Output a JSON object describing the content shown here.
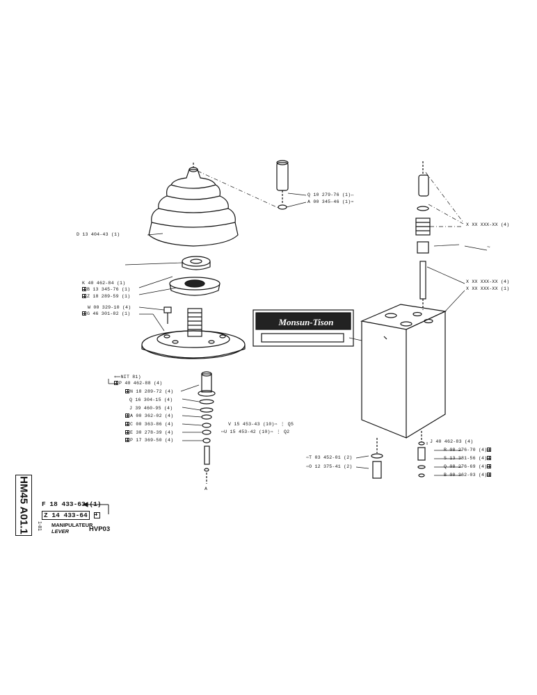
{
  "sheet": {
    "code": "HM45 A01.1",
    "date": "1-81",
    "title_fr": "MANIPULATEUR",
    "title_en": "LEVER",
    "model": "HVP03",
    "ref_main": "F 18 433-63 (1)",
    "ref_sub": "Z 14 433-64"
  },
  "plate": {
    "brand": "Monsun-Tison"
  },
  "callouts_left": [
    {
      "id": "d",
      "text": "D 13 404-43 (1)"
    },
    {
      "id": "k",
      "text": "K 40 462-84 (1)"
    },
    {
      "id": "b",
      "text": "B 13 345-76 (1)",
      "sym": true
    },
    {
      "id": "z",
      "text": "Z 18 289-59 (1)",
      "sym": true
    },
    {
      "id": "w",
      "text": "W 00 329-10 (4)"
    },
    {
      "id": "g",
      "text": "G 46 301-82 (1)",
      "sym": true
    },
    {
      "id": "nit",
      "text": "⟸NIT 81)"
    },
    {
      "id": "p40",
      "text": "P 40 462-88 (4)",
      "sym": true
    },
    {
      "id": "n",
      "text": "N 18 289-72 (4)",
      "sym": true
    },
    {
      "id": "q16",
      "text": "Q 16 304-15 (4)"
    },
    {
      "id": "j39",
      "text": "J 39 460-95 (4)"
    },
    {
      "id": "a00",
      "text": "A 00 362-02 (4)",
      "sym": true
    },
    {
      "id": "c",
      "text": "C 00 363-86 (4)",
      "sym": true
    },
    {
      "id": "e",
      "text": "E 30 278-39 (4)",
      "sym": true
    },
    {
      "id": "p17",
      "text": "P 17 369-50 (4)",
      "sym": true
    }
  ],
  "callouts_mid": [
    {
      "id": "q10",
      "text": "Q 10 279-76 (1)↔"
    },
    {
      "id": "a345",
      "text": "A 00 345-46 (1)⋯"
    },
    {
      "id": "v",
      "text": "V 15 453-43 (10)⇨ ⋮ Q5"
    },
    {
      "id": "u",
      "text": "⋯U 15 453-42 (10)⇨ ⋮ Q2"
    },
    {
      "id": "t",
      "text": "⇨T 03 452-01 (2)"
    },
    {
      "id": "o",
      "text": "⇨O 12 375-41 (2)"
    },
    {
      "id": "arrow_a",
      "text": "A"
    }
  ],
  "callouts_right": [
    {
      "id": "x1",
      "text": "X XX XXX-XX (4)"
    },
    {
      "id": "x2",
      "text": "X XX XXX-XX (4)"
    },
    {
      "id": "x3",
      "text": "X XX XXX-XX (1)"
    },
    {
      "id": "j40",
      "text": "J 40 462-83 (4)"
    },
    {
      "id": "r",
      "text": "R 08 276-70 (4)",
      "sym": true
    },
    {
      "id": "s",
      "text": "S 13 381-56 (4)",
      "sym": true
    },
    {
      "id": "q08",
      "text": "Q 08 276-69 (4)",
      "sym": true
    },
    {
      "id": "b00",
      "text": "B 00 362-03 (4)",
      "sym": true
    }
  ],
  "colors": {
    "ink": "#111111",
    "paper": "#ffffff"
  }
}
